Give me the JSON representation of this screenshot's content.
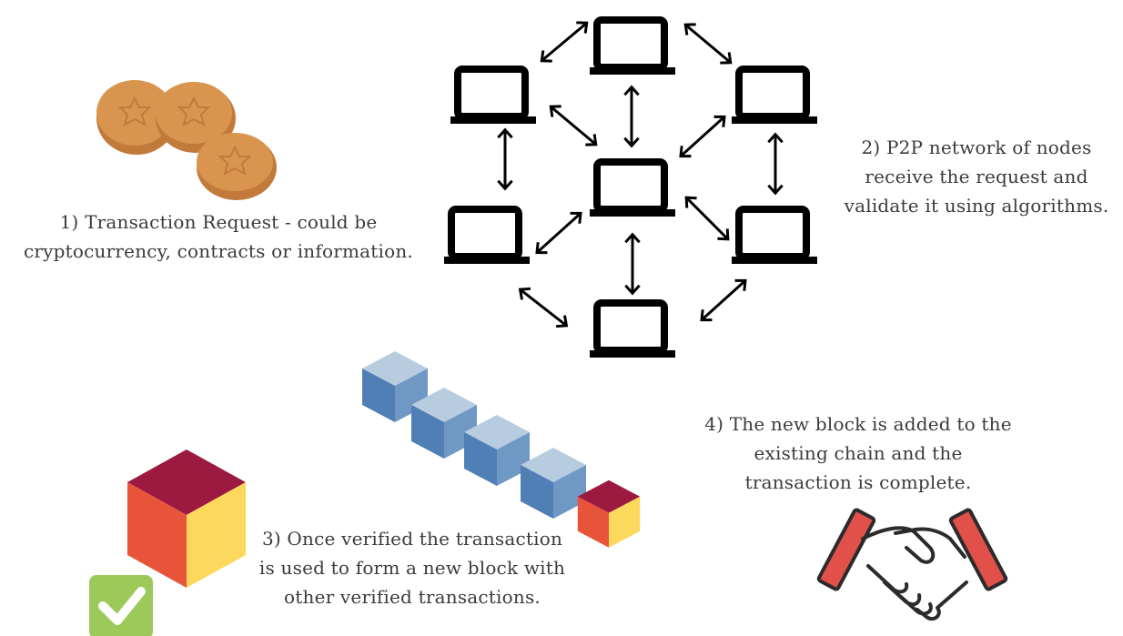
{
  "steps": {
    "step1": "1) Transaction Request - could be cryptocurrency, contracts or information.",
    "step2": "2) P2P network of nodes receive the request and validate it using algorithms.",
    "step3": "3) Once verified the transaction is used to form a new block with other verified transactions.",
    "step4": "4) The new block is added to the existing chain and the transaction is complete."
  },
  "colors": {
    "coin": "#d9954f",
    "coin_dark": "#c27a3a",
    "block_blue_top": "#b8cce0",
    "block_blue_left": "#4f7fb5",
    "block_blue_right": "#6f98c4",
    "cube_top": "#9c1a3f",
    "cube_left": "#e7543a",
    "cube_right": "#fcd85c",
    "check_bg": "#9dc85a",
    "handshake_cuff": "#e2504a",
    "node": "#000000"
  },
  "icons": [
    "coin-icon",
    "laptop-icon",
    "double-arrow-icon",
    "block-icon",
    "cube-icon",
    "check-icon",
    "handshake-icon"
  ]
}
